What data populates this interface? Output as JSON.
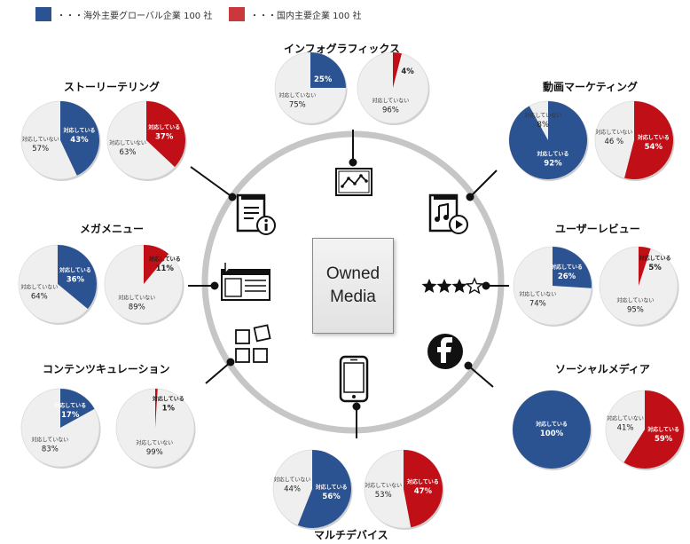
{
  "legend": [
    {
      "color": "#2b5391",
      "label": "・・・海外主要グローバル企業 100 社"
    },
    {
      "color": "#c9383d",
      "label": "・・・国内主要企業 100 社"
    }
  ],
  "center": {
    "line1": "Owned",
    "line2": "Media"
  },
  "colors": {
    "global": "#2b5391",
    "domestic": "#c00f16",
    "rest": "#efefef"
  },
  "sections": [
    {
      "id": "infographics",
      "title": "インフォグラフィックス",
      "pies": [
        {
          "group": "global",
          "value": 25,
          "yes_label": "",
          "yes_pct": "25%",
          "no_label": "対応していない",
          "no_pct": "75%"
        },
        {
          "group": "domestic",
          "value": 4,
          "yes_label": "",
          "yes_pct": "4%",
          "no_label": "対応していない",
          "no_pct": "96%"
        }
      ]
    },
    {
      "id": "storytelling",
      "title": "ストーリーテリング",
      "pies": [
        {
          "group": "global",
          "value": 43,
          "yes_label": "対応している",
          "yes_pct": "43%",
          "no_label": "対応していない",
          "no_pct": "57%"
        },
        {
          "group": "domestic",
          "value": 37,
          "yes_label": "対応している",
          "yes_pct": "37%",
          "no_label": "対応していない",
          "no_pct": "63%"
        }
      ]
    },
    {
      "id": "video-marketing",
      "title": "動画マーケティング",
      "pies": [
        {
          "group": "global",
          "value": 92,
          "yes_label": "対応している",
          "yes_pct": "92%",
          "no_label": "対応していない",
          "no_pct": "8%"
        },
        {
          "group": "domestic",
          "value": 54,
          "yes_label": "対応している",
          "yes_pct": "54%",
          "no_label": "対応していない",
          "no_pct": "46 %"
        }
      ]
    },
    {
      "id": "mega-menu",
      "title": "メガメニュー",
      "pies": [
        {
          "group": "global",
          "value": 36,
          "yes_label": "対応している",
          "yes_pct": "36%",
          "no_label": "対応していない",
          "no_pct": "64%"
        },
        {
          "group": "domestic",
          "value": 11,
          "yes_label": "対応している",
          "yes_pct": "11%",
          "no_label": "対応していない",
          "no_pct": "89%"
        }
      ]
    },
    {
      "id": "user-review",
      "title": "ユーザーレビュー",
      "pies": [
        {
          "group": "global",
          "value": 26,
          "yes_label": "対応している",
          "yes_pct": "26%",
          "no_label": "対応していない",
          "no_pct": "74%"
        },
        {
          "group": "domestic",
          "value": 5,
          "yes_label": "対応している",
          "yes_pct": "5%",
          "no_label": "対応していない",
          "no_pct": "95%"
        }
      ]
    },
    {
      "id": "content-curation",
      "title": "コンテンツキュレーション",
      "pies": [
        {
          "group": "global",
          "value": 17,
          "yes_label": "対応している",
          "yes_pct": "17%",
          "no_label": "対応していない",
          "no_pct": "83%"
        },
        {
          "group": "domestic",
          "value": 1,
          "yes_label": "対応している",
          "yes_pct": "1%",
          "no_label": "対応していない",
          "no_pct": "99%"
        }
      ]
    },
    {
      "id": "social-media",
      "title": "ソーシャルメディア",
      "pies": [
        {
          "group": "global",
          "value": 100,
          "yes_label": "対応している",
          "yes_pct": "100%",
          "no_label": "",
          "no_pct": ""
        },
        {
          "group": "domestic",
          "value": 59,
          "yes_label": "対応している",
          "yes_pct": "59%",
          "no_label": "対応していない",
          "no_pct": "41%"
        }
      ]
    },
    {
      "id": "multi-device",
      "title": "マルチデバイス",
      "pies": [
        {
          "group": "global",
          "value": 56,
          "yes_label": "対応している",
          "yes_pct": "56%",
          "no_label": "対応していない",
          "no_pct": "44%"
        },
        {
          "group": "domestic",
          "value": 47,
          "yes_label": "対応している",
          "yes_pct": "47%",
          "no_label": "対応していない",
          "no_pct": "53%"
        }
      ]
    }
  ]
}
